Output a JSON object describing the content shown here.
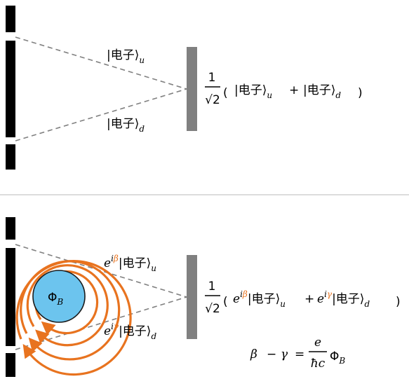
{
  "colors": {
    "orange": "#E8731F",
    "teal": "#2A8FB8",
    "circle_fill": "#6CC4EE",
    "screen": "#808080",
    "slit": "#000000",
    "dash": "#808080",
    "divider": "#D0D0D0"
  },
  "top": {
    "ket_label": "|电子⟩",
    "sub_u": "u",
    "sub_d": "d",
    "frac_num": "1",
    "frac_den": "√2",
    "open_paren": "(",
    "close_paren": ")",
    "plus": "+"
  },
  "bottom": {
    "ket_label": "|电子⟩",
    "e": "e",
    "i": "i",
    "beta": "β",
    "gamma": "γ",
    "sub_u": "u",
    "sub_d": "d",
    "frac_num": "1",
    "frac_den": "√2",
    "open_paren": "(",
    "close_paren": ")",
    "plus": "+",
    "flux_label": "Φ",
    "flux_sub": "B",
    "eq_minus": "−",
    "eq_equals": "=",
    "eq_num": "e",
    "eq_den": "ħc"
  }
}
